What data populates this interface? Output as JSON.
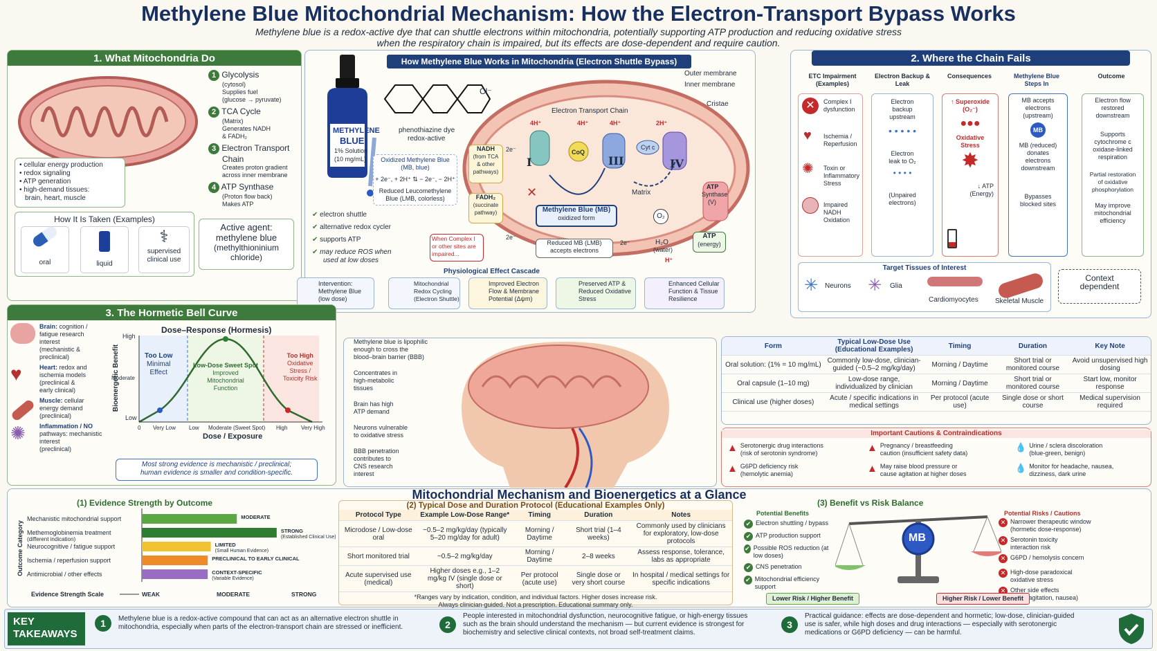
{
  "header": {
    "title": "Methylene Blue Mitochondrial Mechanism: How the Electron-Transport Bypass Works",
    "subtitle_1": "Methylene blue is a redox-active dye that can shuttle electrons within mitochondria, potentially supporting ATP production and reducing oxidative stress",
    "subtitle_2": "when the respiratory chain is impaired, but its effects are dose-dependent and require caution."
  },
  "s1": {
    "title": "1. What Mitochondria Do",
    "steps": [
      {
        "n": "1",
        "name": "Glycolysis",
        "l1": "(cytosol)",
        "l2": "Supplies fuel",
        "l3": "(glucose → pyruvate)"
      },
      {
        "n": "2",
        "name": "TCA Cycle",
        "l1": "(Matrix)",
        "l2": "Generates NADH",
        "l3": "& FADH₂"
      },
      {
        "n": "3",
        "name": "Electron Transport",
        "l1": "Chain",
        "l2": "Creates proton gradient",
        "l3": "across inner membrane"
      },
      {
        "n": "4",
        "name": "ATP Synthase",
        "l1": "(Proton flow back)",
        "l2": "Makes ATP",
        "l3": ""
      }
    ],
    "bullets": [
      "cellular energy production",
      "redox signaling",
      "ATP generation",
      "high-demand tissues:",
      "brain, heart, muscle"
    ],
    "taken_title": "How It Is Taken (Examples)",
    "taken": [
      "oral",
      "liquid",
      "supervised",
      "clinical use"
    ],
    "agent": [
      "Active agent:",
      "methylene blue",
      "(methylthioninium",
      "chloride)"
    ]
  },
  "center": {
    "title": "How Methylene Blue Works in Mitochondria (Electron Shuttle Bypass)",
    "bottle": [
      "METHYLENE",
      "BLUE",
      "1% Solution",
      "(10 mg/mL)"
    ],
    "dye": [
      "phenothiazine dye",
      "redox-active"
    ],
    "cl": "Cl⁻",
    "oxidized": [
      "Oxidized Methylene Blue",
      "(MB, blue)"
    ],
    "eq_left": "+ 2e⁻, + 2H⁺",
    "eq_right": "− 2e⁻, − 2H⁺",
    "reduced_lmb": [
      "Reduced Leucomethylene",
      "Blue (LMB, colorless)"
    ],
    "checks": [
      "electron shuttle",
      "alternative redox cycler",
      "supports ATP",
      "may reduce ROS when",
      "used at low doses"
    ],
    "labels": {
      "outer": "Outer membrane",
      "inner": "Inner membrane",
      "cristae": "Cristae",
      "etc": "Electron Transport Chain",
      "matrix": "Matrix",
      "atp_syn": [
        "ATP",
        "Synthase",
        "(V)"
      ],
      "atp": [
        "ATP",
        "(energy)"
      ],
      "h2o": [
        "H₂O",
        "(water)"
      ],
      "o2": "O₂",
      "h4": "4H⁺",
      "h2": "2H⁺",
      "e2": "2e⁻",
      "hplus": "H⁺",
      "coq": "CoQ",
      "cytc": "Cyt c",
      "c1": "I",
      "c3": "III",
      "c4": "IV"
    },
    "nadh": [
      "NADH",
      "(from TCA",
      "& other",
      "pathways)"
    ],
    "fadh": [
      "FADH₂",
      "(succinate",
      "pathway)"
    ],
    "mb_box": [
      "Methylene Blue (MB)",
      "oxidized form"
    ],
    "lmb_box": [
      "Reduced MB (LMB)",
      "accepts electrons"
    ],
    "complex_fail": [
      "When Complex I",
      "or other sites are",
      "impaired..."
    ],
    "cascade_title": "Physiological Effect Cascade",
    "cascade": [
      [
        "Intervention:",
        "Methylene Blue",
        "(low dose)"
      ],
      [
        "Mitochondrial",
        "Redox Cycling",
        "(Electron Shuttle)"
      ],
      [
        "Improved Electron",
        "Flow & Membrane",
        "Potential (Δψm)"
      ],
      [
        "Preserved ATP &",
        "Reduced Oxidative",
        "Stress"
      ],
      [
        "Enhanced Cellular",
        "Function & Tissue",
        "Resilience"
      ]
    ]
  },
  "s2": {
    "title": "2. Where the Chain Fails",
    "cols": [
      "ETC Impairment (Examples)",
      "Electron Backup & Leak",
      "Consequences",
      "Methylene Blue Steps In",
      "Outcome"
    ],
    "impair": [
      [
        "Complex I",
        "dysfunction"
      ],
      [
        "Ischemia /",
        "Reperfusion"
      ],
      [
        "Toxin or",
        "Inflammatory",
        "Stress"
      ],
      [
        "Impaired",
        "NADH",
        "Oxidation"
      ]
    ],
    "backup": [
      "Electron",
      "backup",
      "upstream",
      "Electron",
      "leak to O₂",
      "(Unpaired",
      "electrons)"
    ],
    "conseq": [
      "↑ Superoxide",
      "(O₂⁻)",
      "Oxidative",
      "Stress",
      "↓ ATP",
      "(Energy)"
    ],
    "mb": [
      "MB accepts",
      "electrons",
      "(upstream)",
      "MB",
      "MB (reduced)",
      "donates",
      "electrons",
      "downstream",
      "Bypasses",
      "blocked sites"
    ],
    "outcome": [
      [
        "Electron flow",
        "restored",
        "downstream"
      ],
      [
        "Supports",
        "cytochrome c",
        "oxidase-linked",
        "respiration"
      ],
      [
        "Partial restoration",
        "of oxidative",
        "phosphorylation"
      ],
      [
        "May improve",
        "mitochondrial",
        "efficiency"
      ]
    ],
    "tissues_title": "Target Tissues of Interest",
    "tissues": [
      "Neurons",
      "Glia",
      "Cardiomyocytes",
      "Skeletal Muscle"
    ],
    "context": [
      "Context",
      "dependent"
    ]
  },
  "s3": {
    "title": "3. The Hormetic Bell Curve",
    "organs": [
      {
        "name": "Brain:",
        "text": [
          "cognition /",
          "fatigue research",
          "interest",
          "(mechanistic &",
          "preclinical)"
        ]
      },
      {
        "name": "Heart:",
        "text": [
          "redox and",
          "ischemia models",
          "(preclinical &",
          "early clinical)"
        ]
      },
      {
        "name": "Muscle:",
        "text": [
          "cellular",
          "energy demand",
          "(preclinical)"
        ]
      },
      {
        "name": "Inflammation / NO",
        "text": [
          "pathways: mechanistic",
          "interest",
          "(preclinical)"
        ]
      }
    ],
    "chart_title": "Dose–Response (Hormesis)",
    "ylabel": "Bioenergetic Benefit",
    "xlabel": "Dose / Exposure",
    "yticks": [
      "High",
      "Moderate",
      "Low"
    ],
    "xticks": [
      "0",
      "Very Low",
      "Low",
      "Moderate (Sweet Spot)",
      "High",
      "Very High"
    ],
    "too_low": [
      "Too Low",
      "Minimal",
      "Effect"
    ],
    "sweet": [
      "Low-Dose Sweet Spot",
      "Improved",
      "Mitochondrial",
      "Function"
    ],
    "too_high": [
      "Too High",
      "Oxidative",
      "Stress /",
      "Toxicity Risk"
    ],
    "note": [
      "Most strong evidence is mechanistic / preclinical;",
      "human evidence is smaller and condition-specific."
    ]
  },
  "brain": {
    "labels": [
      [
        "Methylene blue is lipophilic",
        "enough to cross the",
        "blood–brain barrier (BBB)"
      ],
      [
        "Concentrates in",
        "high-metabolic",
        "tissues"
      ],
      [
        "Brain has high",
        "ATP demand"
      ],
      [
        "Neurons vulnerable",
        "to oxidative stress"
      ],
      [
        "BBB penetration",
        "contributes to",
        "CNS research",
        "interest"
      ]
    ]
  },
  "form_table": {
    "headers": [
      "Form",
      "Typical Low-Dose Use (Educational Examples)",
      "Timing",
      "Duration",
      "Key Note"
    ],
    "rows": [
      [
        "Oral solution: (1% = 10 mg/mL)",
        "Commonly low-dose, clinician-guided (~0.5–2 mg/kg/day)",
        "Morning / Daytime",
        "Short trial or monitored course",
        "Avoid unsupervised high dosing"
      ],
      [
        "Oral capsule (1–10 mg)",
        "Low-dose range, individualized by clinician",
        "Morning / Daytime",
        "Short trial or monitored course",
        "Start low, monitor response"
      ],
      [
        "Clinical use (higher doses)",
        "Acute / specific indications in medical settings",
        "Per protocol (acute use)",
        "Single dose or short course",
        "Medical supervision required"
      ]
    ]
  },
  "cautions": {
    "title": "Important Cautions & Contraindications",
    "items": [
      [
        "Serotonergic drug interactions",
        "(risk of serotonin syndrome)"
      ],
      [
        "Pregnancy / breastfeeding",
        "caution (insufficient safety data)"
      ],
      [
        "Urine / sclera discoloration",
        "(blue-green, benign)"
      ],
      [
        "G6PD deficiency risk",
        "(hemolytic anemia)"
      ],
      [
        "May raise blood pressure or",
        "cause agitation at higher doses"
      ],
      [
        "Monitor for headache, nausea,",
        "dizziness, dark urine"
      ]
    ]
  },
  "bottom": {
    "title": "Mitochondrial Mechanism and Bioenergetics at a Glance",
    "ev_title": "(1) Evidence Strength by Outcome",
    "ev_ylabel": "Outcome Category",
    "ev_scale": "Evidence Strength Scale",
    "dose_title": "(2) Typical Dose and Duration Protocol (Educational Examples Only)",
    "dose_headers": [
      "Protocol Type",
      "Example Low-Dose Range*",
      "Timing",
      "Duration",
      "Notes"
    ],
    "dose_rows": [
      [
        "Microdose / Low-dose oral",
        "~0.5–2 mg/kg/day (typically 5–20 mg/day for adult)",
        "Morning / Daytime",
        "Short trial (1–4 weeks)",
        "Commonly used by clinicians for exploratory, low-dose protocols"
      ],
      [
        "Short monitored trial",
        "~0.5–2 mg/kg/day",
        "Morning / Daytime",
        "2–8 weeks",
        "Assess response, tolerance, labs as appropriate"
      ],
      [
        "Acute supervised use (medical)",
        "Higher doses e.g., 1–2 mg/kg IV (single dose or short)",
        "Per protocol (acute use)",
        "Single dose or very short course",
        "In hospital / medical settings for specific indications"
      ]
    ],
    "dose_foot": [
      "*Ranges vary by indication, condition, and individual factors. Higher doses increase risk.",
      "Always clinician-guided. Not a prescription. Educational summary only."
    ],
    "br_title": "(3) Benefit vs Risk Balance",
    "ben_title": "Potential Benefits",
    "benefits": [
      "Electron shuttling / bypass",
      "ATP production support",
      "Possible ROS reduction (at low doses)",
      "CNS penetration",
      "Mitochondrial efficiency support"
    ],
    "risk_title": "Potential Risks / Cautions",
    "risks": [
      [
        "Narrower therapeutic window",
        "(hormetic dose-response)"
      ],
      [
        "Serotonin toxicity",
        "interaction risk"
      ],
      [
        "G6PD / hemolysis concern",
        ""
      ],
      [
        "High-dose paradoxical",
        "oxidative stress"
      ],
      [
        "Other side effects",
        "(HTN, agitation, nausea)"
      ]
    ],
    "mb": "MB",
    "low_risk": "Lower Risk / Higher Benefit",
    "high_risk": "Higher Risk / Lower Benefit"
  },
  "takeaways": {
    "title": [
      "KEY",
      "TAKEAWAYS"
    ],
    "items": [
      {
        "n": "1",
        "text": [
          "Methylene blue is a redox-active compound that can act as an alternative electron shuttle in",
          "mitochondria, especially when parts of the electron-transport chain are stressed or inefficient."
        ]
      },
      {
        "n": "2",
        "text": [
          "People interested in mitochondrial dysfunction, neurocognitive fatigue, or high-energy tissues",
          "such as the brain should understand the mechanism — but current evidence is strongest for",
          "biochemistry and selective clinical contexts, not broad self-treatment claims."
        ]
      },
      {
        "n": "3",
        "text": [
          "Practical guidance: effects are dose-dependent and hormetic; low-dose, clinician-guided",
          "use is safer, while high doses and drug interactions — especially with serotonergic",
          "medications or G6PD deficiency — can be harmful."
        ]
      }
    ]
  },
  "chart_data": {
    "type": "bar",
    "orientation": "horizontal",
    "title": "(1) Evidence Strength by Outcome",
    "ylabel": "Outcome Category",
    "xlabel": "Evidence Strength Scale",
    "scale_ticks": [
      "WEAK",
      "MODERATE",
      "STRONG"
    ],
    "xlim": [
      0,
      1
    ],
    "categories": [
      "Mechanistic mitochondrial support",
      "Methemoglobinemia treatment (different indication)",
      "Neurocognitive / fatigue support",
      "Ischemia / reperfusion support",
      "Antimicrobial / other effects"
    ],
    "values": [
      0.62,
      0.88,
      0.45,
      0.43,
      0.43
    ],
    "labels": [
      [
        "MODERATE",
        ""
      ],
      [
        "STRONG",
        "(Established Clinical Use)"
      ],
      [
        "LIMITED",
        "(Small Human Evidence)"
      ],
      [
        "PRECLINICAL TO EARLY CLINICAL",
        ""
      ],
      [
        "CONTEXT-SPECIFIC",
        "(Variable Evidence)"
      ]
    ],
    "colors": [
      "#5aa844",
      "#2e7d32",
      "#f2c233",
      "#ef8a2a",
      "#9b6cc3"
    ]
  }
}
